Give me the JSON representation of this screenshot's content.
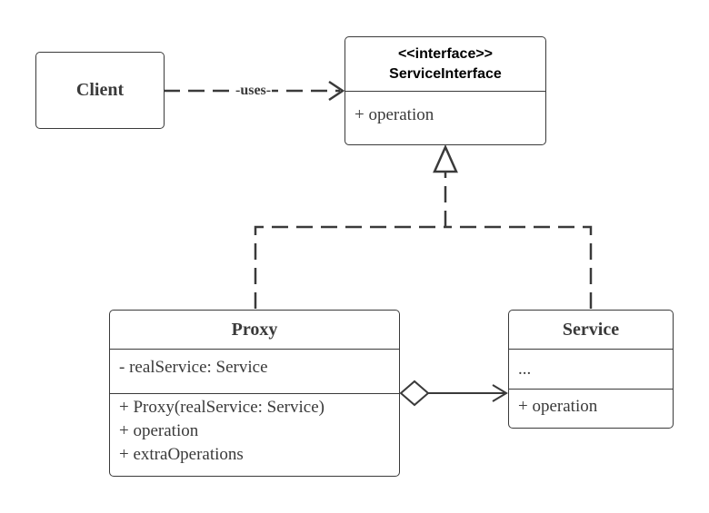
{
  "client": {
    "name": "Client"
  },
  "service_interface": {
    "stereotype": "<<interface>>",
    "name": "ServiceInterface",
    "operations": [
      "+ operation"
    ]
  },
  "proxy": {
    "name": "Proxy",
    "attributes": [
      "- realService: Service"
    ],
    "operations": [
      "+ Proxy(realService: Service)",
      "+ operation",
      "+ extraOperations"
    ]
  },
  "service": {
    "name": "Service",
    "attributes": [
      "..."
    ],
    "operations": [
      "+ operation"
    ]
  },
  "edges": {
    "uses_label": "-uses-"
  },
  "colors": {
    "stroke": "#3a3a3a",
    "background": "#ffffff"
  }
}
